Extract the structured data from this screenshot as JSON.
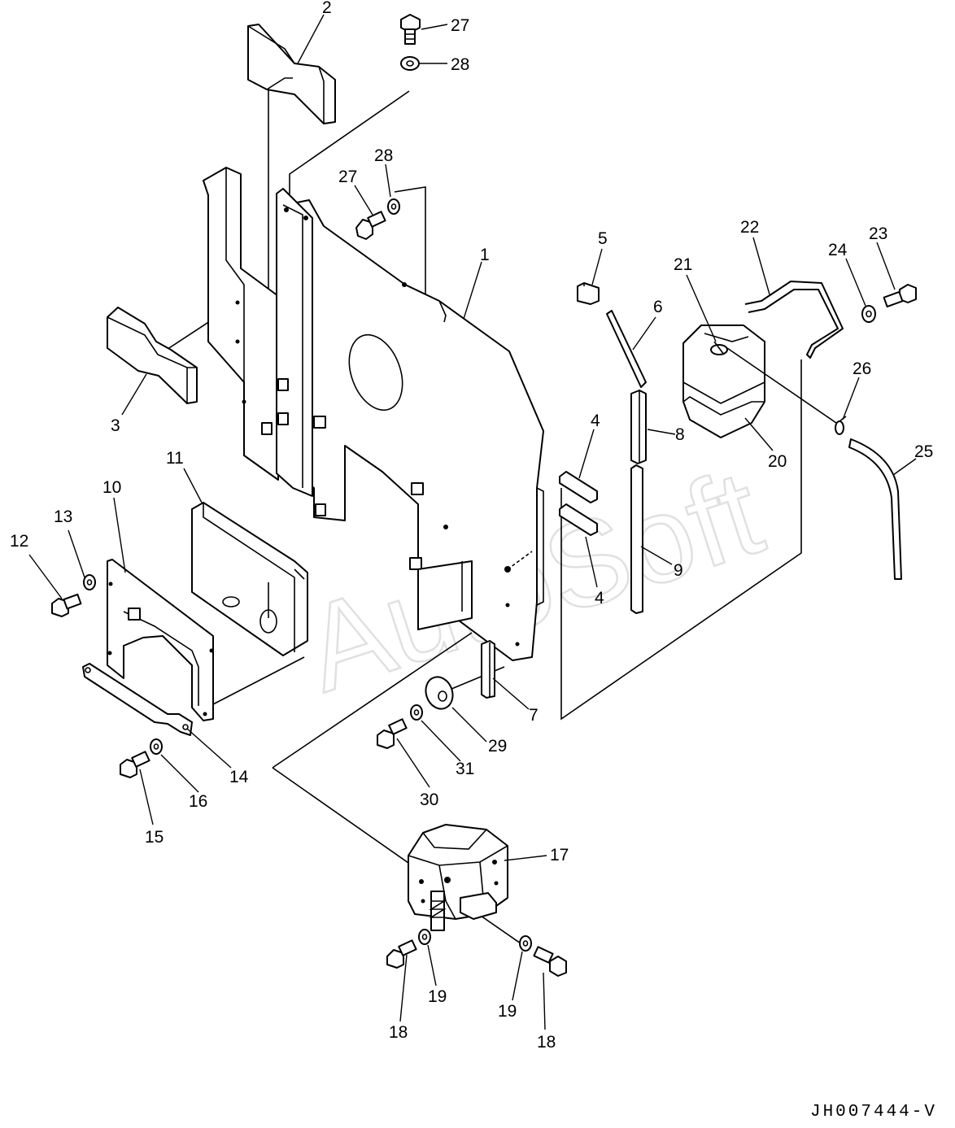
{
  "drawing_code": "JH007444-V",
  "watermark": "AutoSoft",
  "callouts": [
    "1",
    "2",
    "3",
    "4",
    "4",
    "5",
    "6",
    "7",
    "8",
    "9",
    "10",
    "11",
    "12",
    "13",
    "14",
    "15",
    "16",
    "17",
    "18",
    "18",
    "19",
    "19",
    "20",
    "21",
    "22",
    "23",
    "24",
    "25",
    "26",
    "27",
    "27",
    "28",
    "28",
    "29",
    "30",
    "31"
  ]
}
